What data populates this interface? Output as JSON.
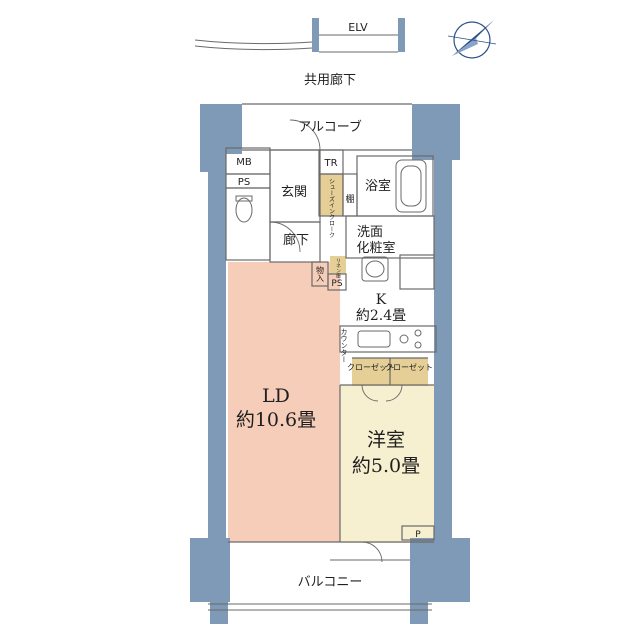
{
  "colors": {
    "wall": "#7f9ab6",
    "ld_floor": "#f5cdb8",
    "room_floor": "#f6efd0",
    "closet": "#e6cf97",
    "line": "#6a6a6a",
    "compass": "#2d4f86"
  },
  "labels": {
    "elv": "ELV",
    "corridor_common": "共用廊下",
    "alcove": "アルコーブ",
    "mb": "MB",
    "ps_top": "PS",
    "tr": "TR",
    "genkan": "玄関",
    "shoe_cloak": "シューズインクローク",
    "shelf": "棚",
    "bath": "浴室",
    "hallway": "廊下",
    "washroom_line1": "洗面",
    "washroom_line2": "化粧室",
    "linen_shelf": "リネン庫",
    "storage": "物入",
    "ps_mid": "PS",
    "k_name": "K",
    "k_size": "約2.4畳",
    "counter": "カウンター",
    "closet_a": "クローゼット",
    "closet_b": "クローゼット",
    "ld_name": "LD",
    "ld_size": "約10.6畳",
    "western_name": "洋室",
    "western_size": "約5.0畳",
    "p": "P",
    "balcony": "バルコニー"
  },
  "icons": {
    "compass": "north-arrow-compass-icon"
  }
}
